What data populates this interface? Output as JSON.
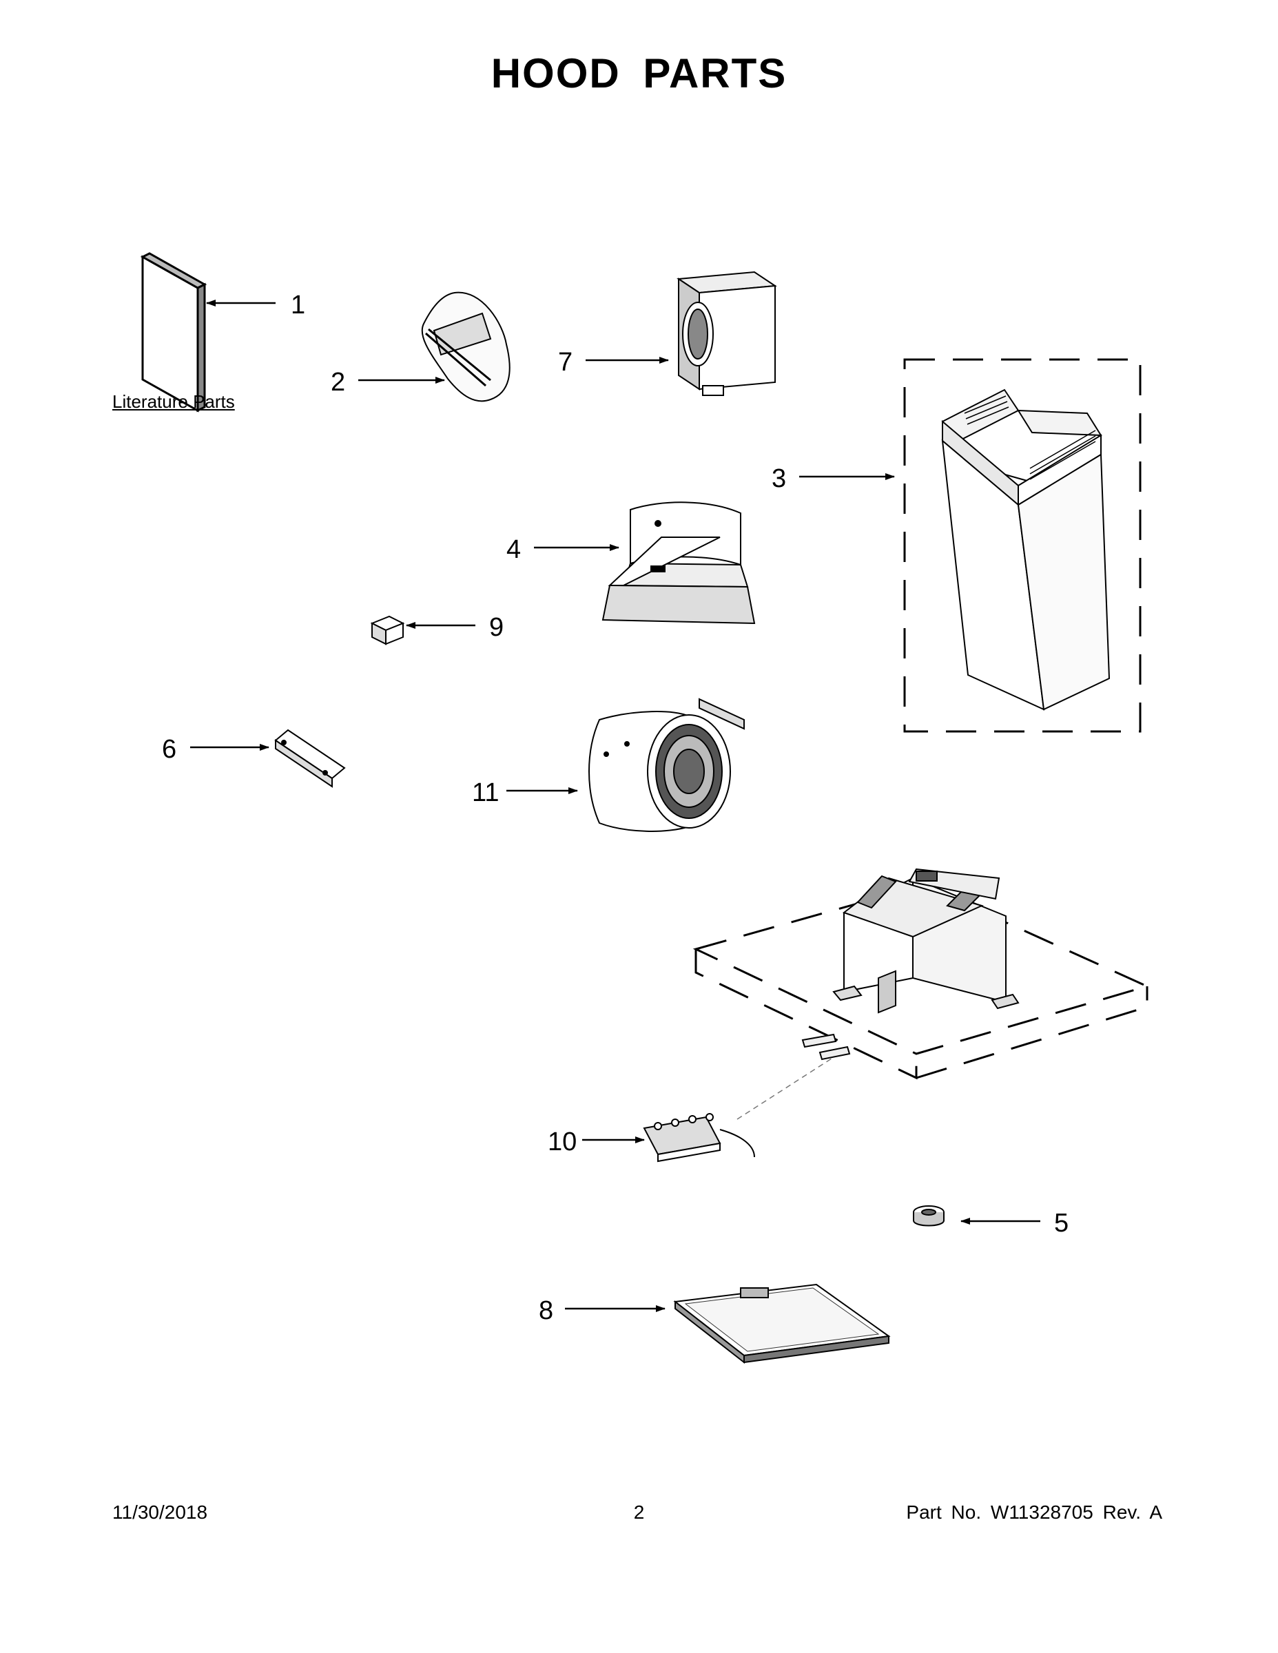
{
  "page_title": "HOOD PARTS",
  "literature_label": "Literature Parts",
  "callouts": [
    "1",
    "2",
    "3",
    "4",
    "5",
    "6",
    "7",
    "8",
    "9",
    "10",
    "11"
  ],
  "footer": {
    "date": "11/30/2018",
    "page_number": "2",
    "part_number": "Part No.  W11328705  Rev.  A"
  }
}
